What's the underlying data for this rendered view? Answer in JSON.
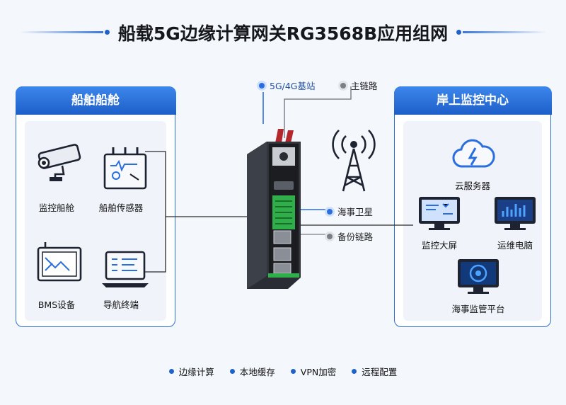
{
  "title": "船载5G边缘计算网关RG3568B应用组网",
  "left_panel": {
    "heading": "船舶船舱",
    "items": [
      {
        "label": "监控船舱",
        "icon": "cctv-camera-icon"
      },
      {
        "label": "船舶传感器",
        "icon": "sensor-icon"
      },
      {
        "label": "BMS设备",
        "icon": "monitor-chart-icon"
      },
      {
        "label": "导航终端",
        "icon": "laptop-icon"
      }
    ]
  },
  "right_panel": {
    "heading": "岸上监控中心",
    "items": [
      {
        "label": "云服务器",
        "icon": "cloud-server-icon"
      },
      {
        "label": "监控大屏",
        "icon": "monitor-screen-icon"
      },
      {
        "label": "运维电脑",
        "icon": "ops-computer-icon"
      },
      {
        "label": "海事监管平台",
        "icon": "maritime-platform-icon"
      }
    ]
  },
  "links": {
    "cellular": "5G/4G基站",
    "main_link": "主链路",
    "satellite": "海事卫星",
    "backup": "备份链路"
  },
  "features": [
    "边缘计算",
    "本地缓存",
    "VPN加密",
    "远程配置"
  ],
  "colors": {
    "accent": "#1f63c8",
    "panel_head": "#2c6fd6",
    "gateway_green": "#2fae4a",
    "antenna_red": "#b3282d"
  }
}
